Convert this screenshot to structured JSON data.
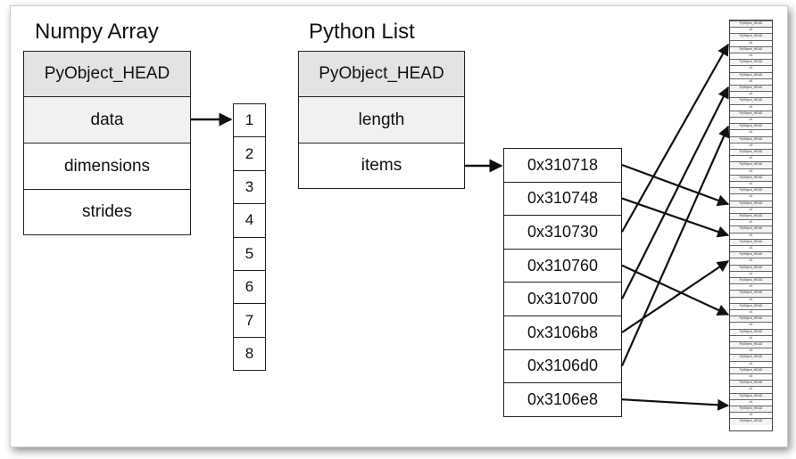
{
  "numpy_array": {
    "title": "Numpy Array",
    "fields": [
      "PyObject_HEAD",
      "data",
      "dimensions",
      "strides"
    ]
  },
  "data_buffer": {
    "values": [
      "1",
      "2",
      "3",
      "4",
      "5",
      "6",
      "7",
      "8"
    ]
  },
  "python_list": {
    "title": "Python List",
    "fields": [
      "PyObject_HEAD",
      "length",
      "items"
    ]
  },
  "pointers": {
    "addresses": [
      "0x310718",
      "0x310748",
      "0x310730",
      "0x310760",
      "0x310700",
      "0x3106b8",
      "0x3106d0",
      "0x3106e8"
    ]
  },
  "memory": {
    "slot_text": "PyObject_HEAD",
    "value_text": "d1"
  },
  "colors": {
    "header_fill": "#e3e3e3",
    "highlight_fill": "#f1f1f1",
    "arrow": "#111111"
  }
}
